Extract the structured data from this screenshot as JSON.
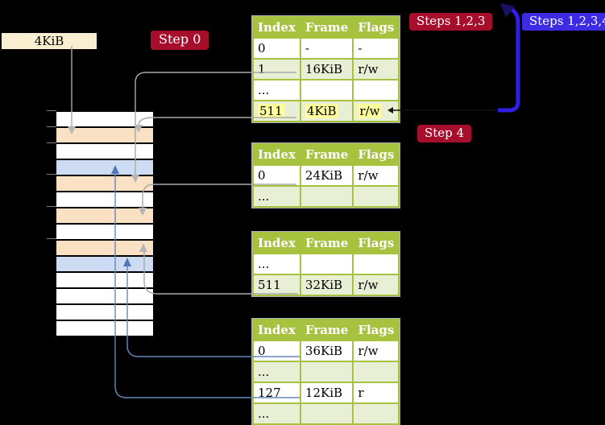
{
  "colors": {
    "background": "#000000",
    "wheat": "#f9efd0",
    "crimson": "#a60e2c",
    "blue_label": "#3c2be3",
    "header_green": "#a6c23f",
    "row_green": "#e9efd5",
    "peach": "#fbe1c4",
    "light_blue": "#cddcf2",
    "highlight_yellow": "#ffff9e",
    "connector_gray": "#a8a8a8",
    "connector_blue": "#6688bb",
    "arrow_blue": "#2e1fe2",
    "arrow_blue_dark": "#181064"
  },
  "page_box": {
    "label": "4KiB"
  },
  "step_labels": {
    "step0": "Step 0",
    "steps123": "Steps 1,2,3",
    "steps1234": "Steps 1,2,3,4",
    "step4": "Step 4"
  },
  "table_header": {
    "index": "Index",
    "frame": "Frame",
    "flags": "Flags"
  },
  "tables": [
    {
      "id": "page-table-1",
      "rows": [
        {
          "index": "0",
          "frame": "-",
          "flags": "-"
        },
        {
          "index": "1",
          "frame": "16KiB",
          "flags": "r/w"
        },
        {
          "index": "...",
          "frame": "",
          "flags": ""
        },
        {
          "index": "511",
          "frame": "4KiB",
          "flags": "r/w",
          "hl": true
        }
      ]
    },
    {
      "id": "page-table-2",
      "rows": [
        {
          "index": "0",
          "frame": "24KiB",
          "flags": "r/w"
        },
        {
          "index": "...",
          "frame": "",
          "flags": ""
        }
      ]
    },
    {
      "id": "page-table-3",
      "rows": [
        {
          "index": "...",
          "frame": "",
          "flags": ""
        },
        {
          "index": "511",
          "frame": "32KiB",
          "flags": "r/w"
        }
      ]
    },
    {
      "id": "page-table-4",
      "rows": [
        {
          "index": "0",
          "frame": "36KiB",
          "flags": "r/w"
        },
        {
          "index": "...",
          "frame": "",
          "flags": ""
        },
        {
          "index": "127",
          "frame": "12KiB",
          "flags": "r"
        },
        {
          "index": "...",
          "frame": "",
          "flags": ""
        }
      ]
    }
  ],
  "memory": {
    "rows": [
      "white",
      "peach",
      "white",
      "blue",
      "peach",
      "white",
      "peach",
      "white",
      "peach",
      "blue",
      "white",
      "white",
      "white",
      "white"
    ]
  }
}
